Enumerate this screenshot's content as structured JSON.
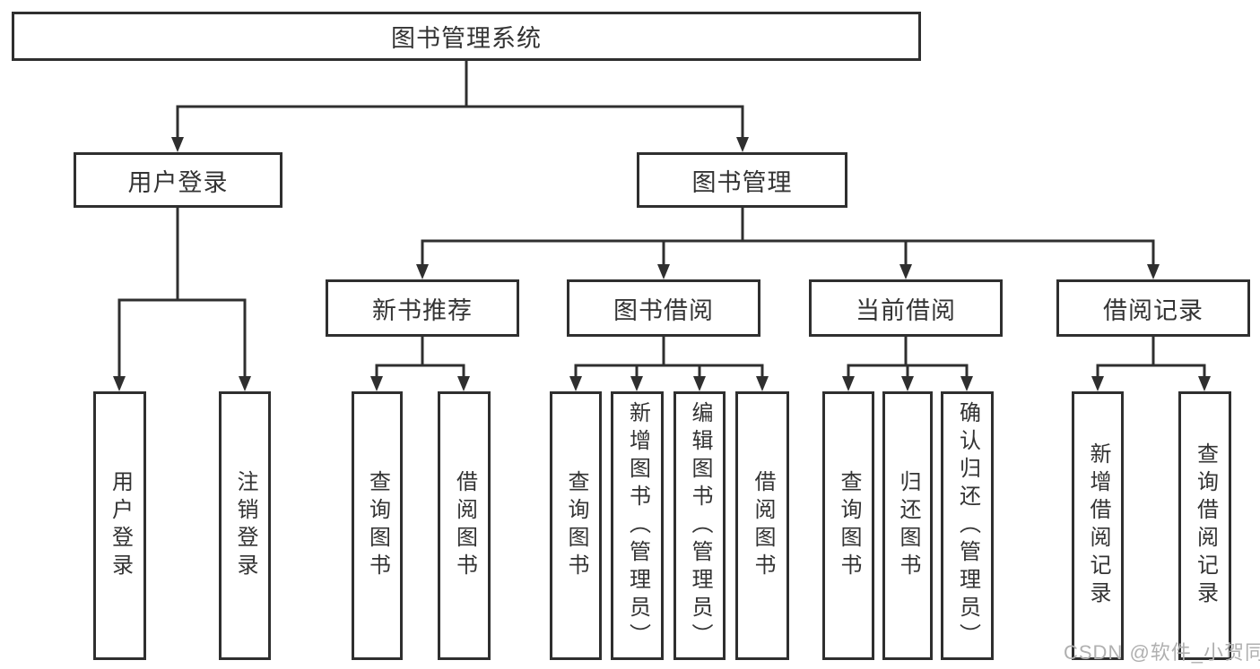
{
  "tree": {
    "label": "图书管理系统",
    "children": [
      {
        "label": "用户登录",
        "children": [
          {
            "label": "用户登录"
          },
          {
            "label": "注销登录"
          }
        ]
      },
      {
        "label": "图书管理",
        "children": [
          {
            "label": "新书推荐",
            "children": [
              {
                "label": "查询图书"
              },
              {
                "label": "借阅图书"
              }
            ]
          },
          {
            "label": "图书借阅",
            "children": [
              {
                "label": "查询图书"
              },
              {
                "label": "新增图书（管理员）"
              },
              {
                "label": "编辑图书（管理员）"
              },
              {
                "label": "借阅图书"
              }
            ]
          },
          {
            "label": "当前借阅",
            "children": [
              {
                "label": "查询图书"
              },
              {
                "label": "归还图书"
              },
              {
                "label": "确认归还（管理员）"
              }
            ]
          },
          {
            "label": "借阅记录",
            "children": [
              {
                "label": "新增借阅记录"
              },
              {
                "label": "查询借阅记录"
              }
            ]
          }
        ]
      }
    ]
  },
  "watermark": "CSDN @软件_小贺同学",
  "colors": {
    "line": "#2f2f2f",
    "box_border": "#2f2f2f",
    "box_fill": "#ffffff",
    "text": "#333333",
    "watermark": "#b0b0b0"
  }
}
